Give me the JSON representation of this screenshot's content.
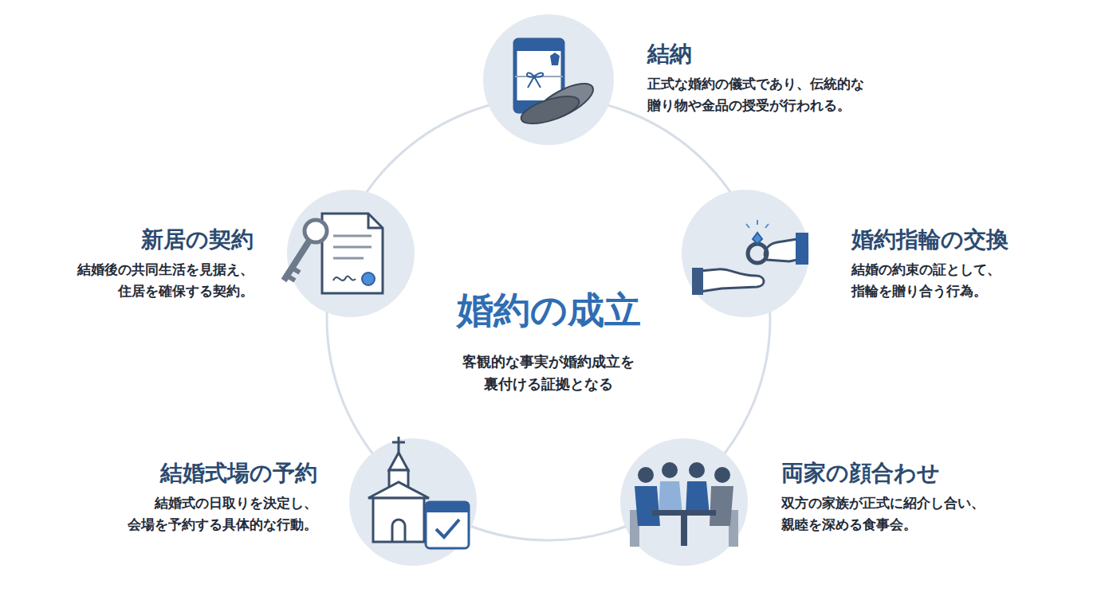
{
  "diagram": {
    "title": "婚約の成立",
    "nodes": [
      {
        "text": [
          "結納",
          "正式な婚約の儀式であり、伝統的な 贈り物や金品の授受が行われる。"
        ]
      },
      {
        "text": [
          "新居の契約",
          "結婚後の共同生活を見据え、 住居を確保する契約。"
        ]
      },
      {
        "text": [
          "婚約指輪の交換",
          "結婚の約束の証として、 指輪を贈り合う行為。"
        ]
      },
      {
        "text": [
          "結婚式場の予約",
          "結婚式の日取りを決定し、 会場を予約する具体的な行動。"
        ]
      },
      {
        "text": [
          "両家の顔合わせ",
          "双方の家族が正式に紹介し合い、 親睦を深める食事会。"
        ]
      }
    ],
    "labels": [
      "客観的な事実が婚約成立を 裏付ける証拠となる"
    ]
  }
}
